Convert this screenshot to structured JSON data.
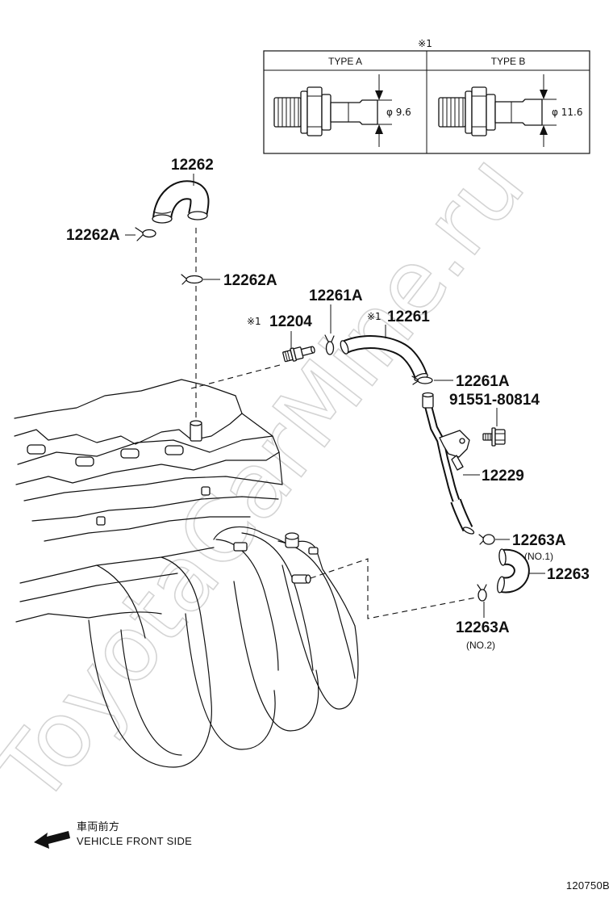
{
  "inset": {
    "note_mark": "※1",
    "columns": [
      {
        "label": "TYPE A",
        "dimension": "φ 9.6"
      },
      {
        "label": "TYPE B",
        "dimension": "φ 11.6"
      }
    ]
  },
  "callouts": {
    "hose_12262": "12262",
    "clip_12262a_upper": "12262A",
    "clip_12262a_lower": "12262A",
    "clip_12261a_upper": "12261A",
    "valve_12204_mark": "※1",
    "valve_12204": "12204",
    "hose_12261_mark": "※1",
    "hose_12261": "12261",
    "clip_12261a_lower": "12261A",
    "bolt": "91551-80814",
    "pipe_12229": "12229",
    "clip_12263a_no1": "12263A",
    "clip_12263a_no1_note": "(NO.1)",
    "hose_12263": "12263",
    "clip_12263a_no2": "12263A",
    "clip_12263a_no2_note": "(NO.2)"
  },
  "direction": {
    "label_jp": "車両前方",
    "label_en": "VEHICLE FRONT SIDE"
  },
  "illustration_id": "120750B",
  "watermark": "ToyotaCarMine.ru"
}
